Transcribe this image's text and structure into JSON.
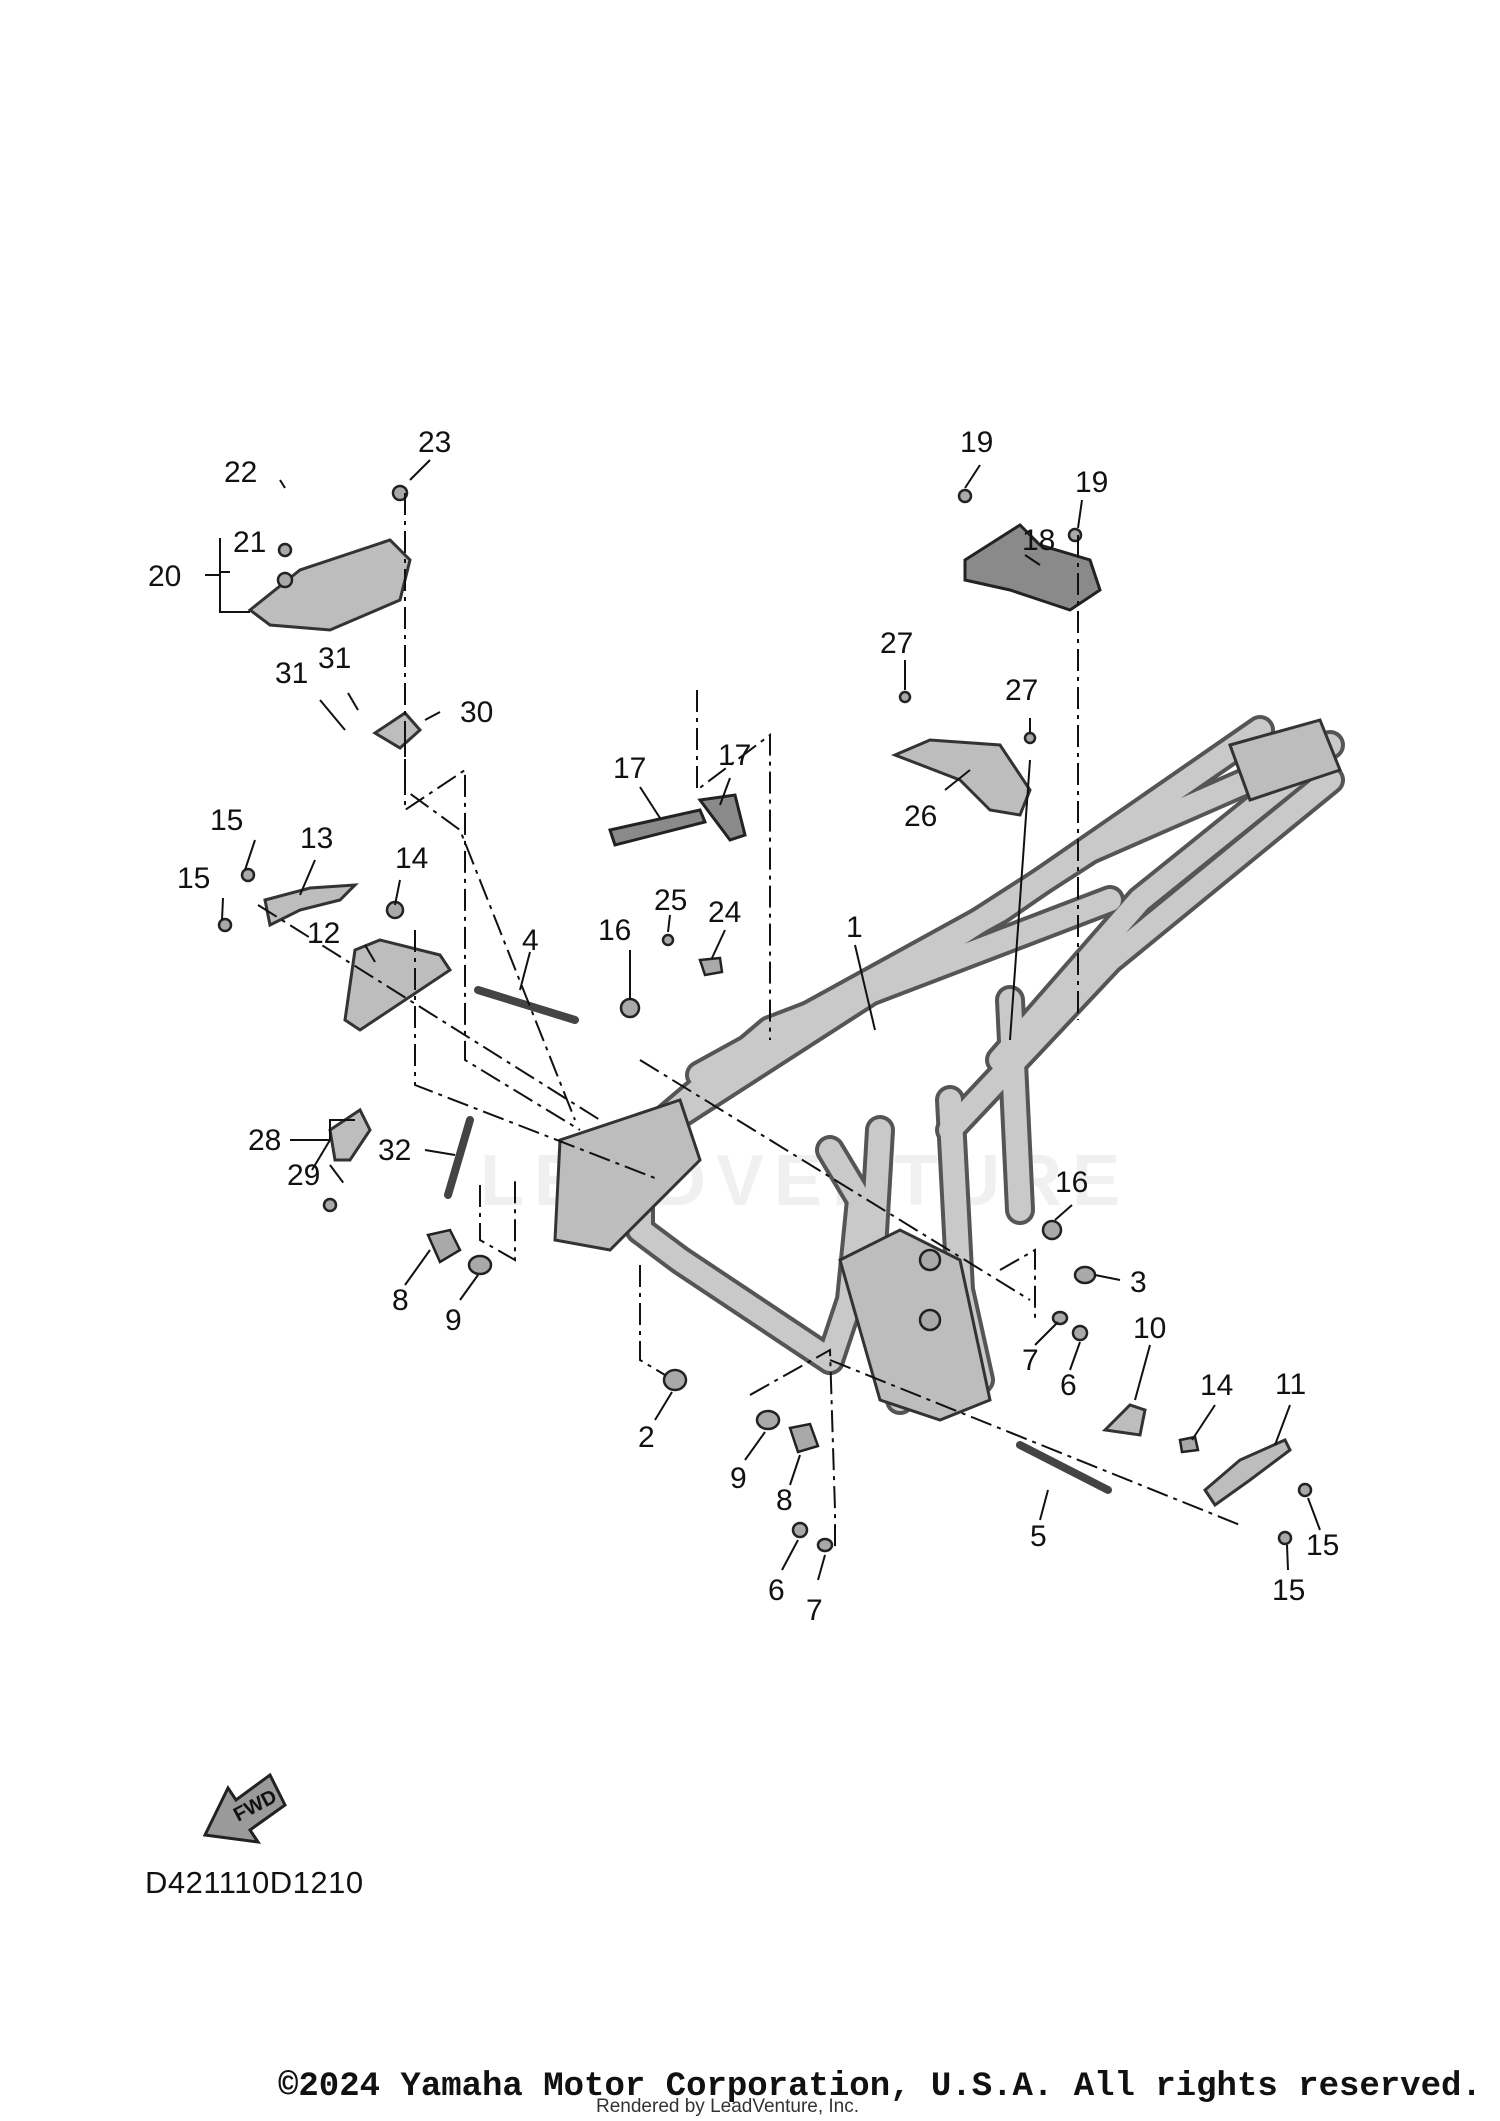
{
  "diagram": {
    "reference_code": "D421110D1210",
    "copyright": "©2024 Yamaha Motor Corporation, U.S.A. All rights reserved.",
    "rendered_by": "Rendered by LeadVenture, Inc.",
    "watermark": "LEADVENTURE",
    "fwd_label": "FWD",
    "callouts": {
      "c1": "1",
      "c2": "2",
      "c3": "3",
      "c4": "4",
      "c5": "5",
      "c6a": "6",
      "c6b": "6",
      "c7a": "7",
      "c7b": "7",
      "c8a": "8",
      "c8b": "8",
      "c9a": "9",
      "c9b": "9",
      "c10": "10",
      "c11": "11",
      "c12": "12",
      "c13": "13",
      "c14a": "14",
      "c14b": "14",
      "c15a": "15",
      "c15b": "15",
      "c15c": "15",
      "c15d": "15",
      "c16a": "16",
      "c16b": "16",
      "c17a": "17",
      "c17b": "17",
      "c18": "18",
      "c19a": "19",
      "c19b": "19",
      "c20": "20",
      "c21": "21",
      "c22": "22",
      "c23": "23",
      "c24": "24",
      "c25": "25",
      "c26": "26",
      "c27a": "27",
      "c27b": "27",
      "c28": "28",
      "c29": "29",
      "c30": "30",
      "c31a": "31",
      "c31b": "31",
      "c32": "32"
    }
  }
}
